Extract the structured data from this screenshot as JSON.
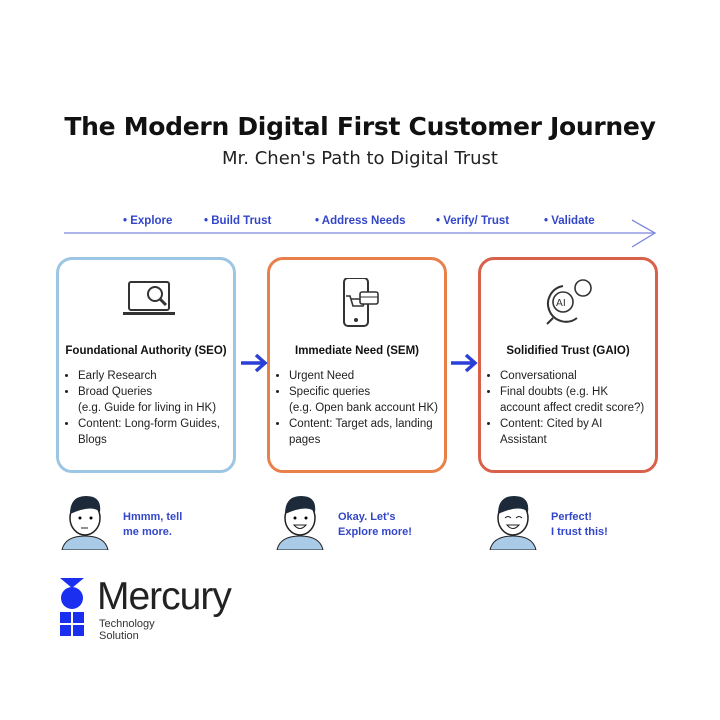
{
  "title": "The Modern Digital First Customer Journey",
  "subtitle": "Mr. Chen's Path to Digital Trust",
  "timeline": [
    "Explore",
    "Build Trust",
    "Address Needs",
    "Verify/ Trust",
    "Validate"
  ],
  "stages": [
    {
      "title": "Foundational Authority (SEO)",
      "icon": "laptop-search-icon",
      "color": "#8fbfe0",
      "bullets": [
        "Early Research",
        "Broad Queries\n(e.g. Guide for living in HK)",
        "Content: Long-form Guides, Blogs"
      ]
    },
    {
      "title": "Immediate Need (SEM)",
      "icon": "mobile-shopping-icon",
      "color": "#e8804a",
      "bullets": [
        "Urgent Need",
        "Specific queries\n(e.g. Open bank account HK)",
        "Content: Target ads, landing pages"
      ]
    },
    {
      "title": "Solidified Trust (GAIO)",
      "icon": "ai-chat-icon",
      "color": "#d9604a",
      "bullets": [
        "Conversational",
        "Final doubts (e.g. HK account affect credit score?)",
        "Content: Cited by AI Assistant"
      ]
    }
  ],
  "reactions": [
    "Hmmm, tell\nme more.",
    "Okay. Let's\nExplore more!",
    "Perfect!\nI trust this!"
  ],
  "logo": {
    "name": "Mercury",
    "line1": "Technology",
    "line2": "Solution",
    "color": "#1a2ff0"
  },
  "accent": "#3346c9"
}
